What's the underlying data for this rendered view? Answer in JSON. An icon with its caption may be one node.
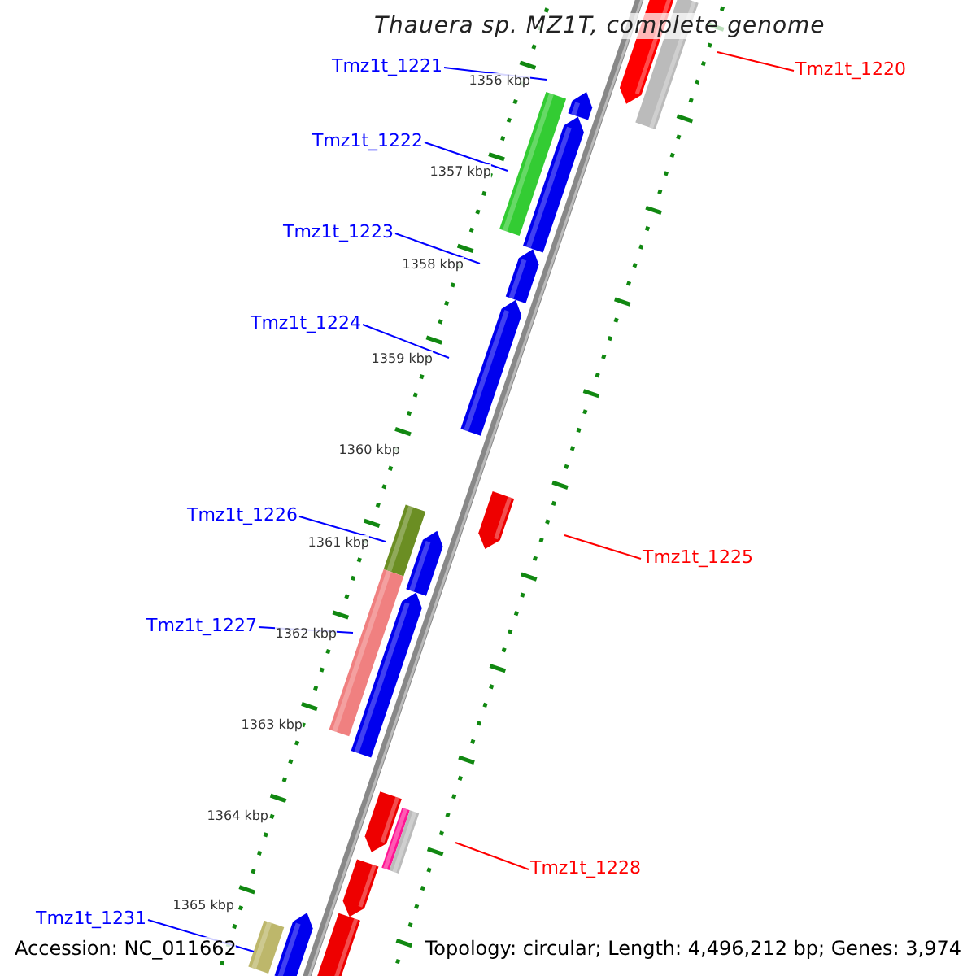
{
  "diagram": {
    "title": "Thauera sp. MZ1T, complete genome",
    "nodes": [
      {
        "text": [
          "Tmz1t_1221"
        ]
      },
      {
        "text": [
          "Tmz1t_1222"
        ]
      },
      {
        "text": [
          "Tmz1t_1223"
        ]
      },
      {
        "text": [
          "Tmz1t_1224"
        ]
      },
      {
        "text": [
          "Tmz1t_1226"
        ]
      },
      {
        "text": [
          "Tmz1t_1227"
        ]
      },
      {
        "text": [
          "Tmz1t_1231"
        ]
      },
      {
        "text": [
          "Tmz1t_1220"
        ]
      },
      {
        "text": [
          "Tmz1t_1225"
        ]
      },
      {
        "text": [
          "Tmz1t_1228"
        ]
      }
    ],
    "edges": [
      {
        "from": 0,
        "to": null,
        "arrow": "none"
      },
      {
        "from": 1,
        "to": null,
        "arrow": "none"
      },
      {
        "from": 2,
        "to": null,
        "arrow": "none"
      },
      {
        "from": 3,
        "to": null,
        "arrow": "none"
      },
      {
        "from": 4,
        "to": null,
        "arrow": "none"
      },
      {
        "from": 5,
        "to": null,
        "arrow": "none"
      },
      {
        "from": 6,
        "to": null,
        "arrow": "none"
      },
      {
        "from": 7,
        "to": null,
        "arrow": "none",
        "color": "#ff0000"
      },
      {
        "from": 8,
        "to": null,
        "arrow": "none",
        "color": "#ff0000"
      },
      {
        "from": 9,
        "to": null,
        "arrow": "none",
        "color": "#ff0000"
      }
    ],
    "labels": [
      "1356 kbp",
      "1357 kbp",
      "1358 kbp",
      "1359 kbp",
      "1360 kbp",
      "1361 kbp",
      "1362 kbp",
      "1363 kbp",
      "1364 kbp",
      "1365 kbp",
      "Accession: NC_011662",
      "Topology: circular; Length: 4,496,212 bp; Genes: 3,974"
    ]
  }
}
